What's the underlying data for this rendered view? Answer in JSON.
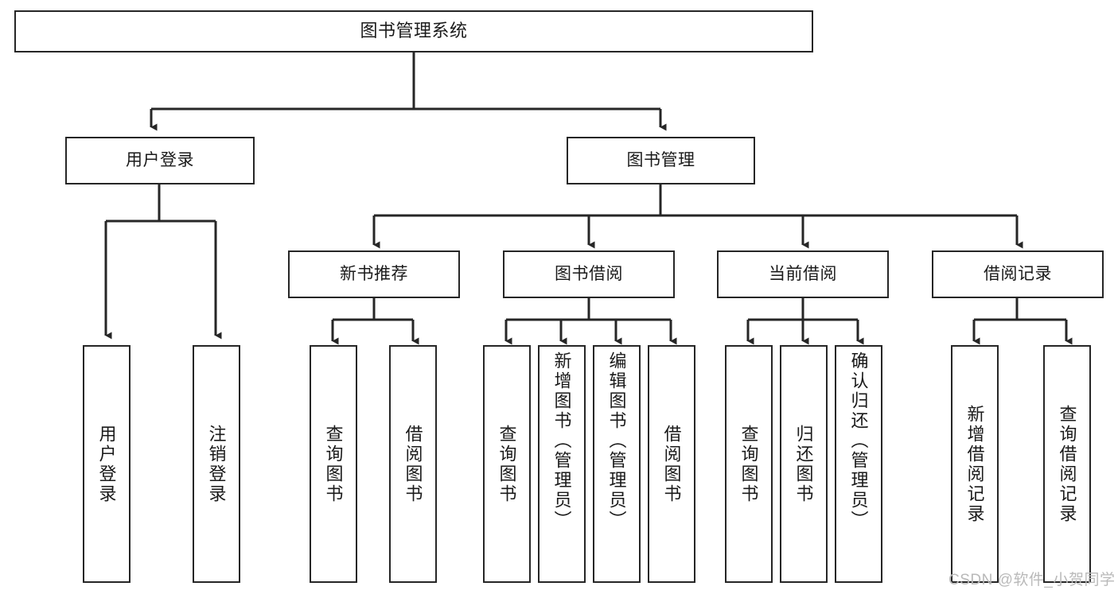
{
  "diagram": {
    "title": "图书管理系统",
    "type": "tree-hierarchy-diagram",
    "colors": {
      "stroke": "#262626",
      "background": "#ffffff",
      "text": "#1a1a1a",
      "watermark": "#b9b9b9"
    },
    "root": {
      "label": "图书管理系统"
    },
    "level2": [
      {
        "label": "用户登录"
      },
      {
        "label": "图书管理"
      }
    ],
    "level3": [
      {
        "label": "新书推荐"
      },
      {
        "label": "图书借阅"
      },
      {
        "label": "当前借阅"
      },
      {
        "label": "借阅记录"
      }
    ],
    "leaves": {
      "user_login": [
        {
          "label": "用户登录"
        },
        {
          "label": "注销登录"
        }
      ],
      "new_book_recommend": [
        {
          "label": "查询图书"
        },
        {
          "label": "借阅图书"
        }
      ],
      "book_borrow": [
        {
          "label": "查询图书"
        },
        {
          "label": "新增图书（管理员）"
        },
        {
          "label": "编辑图书（管理员）"
        },
        {
          "label": "借阅图书"
        }
      ],
      "current_borrow": [
        {
          "label": "查询图书"
        },
        {
          "label": "归还图书"
        },
        {
          "label": "确认归还（管理员）"
        }
      ],
      "borrow_record": [
        {
          "label": "新增借阅记录"
        },
        {
          "label": "查询借阅记录"
        }
      ]
    },
    "watermark": "CSDN @软件_小贺同学"
  }
}
